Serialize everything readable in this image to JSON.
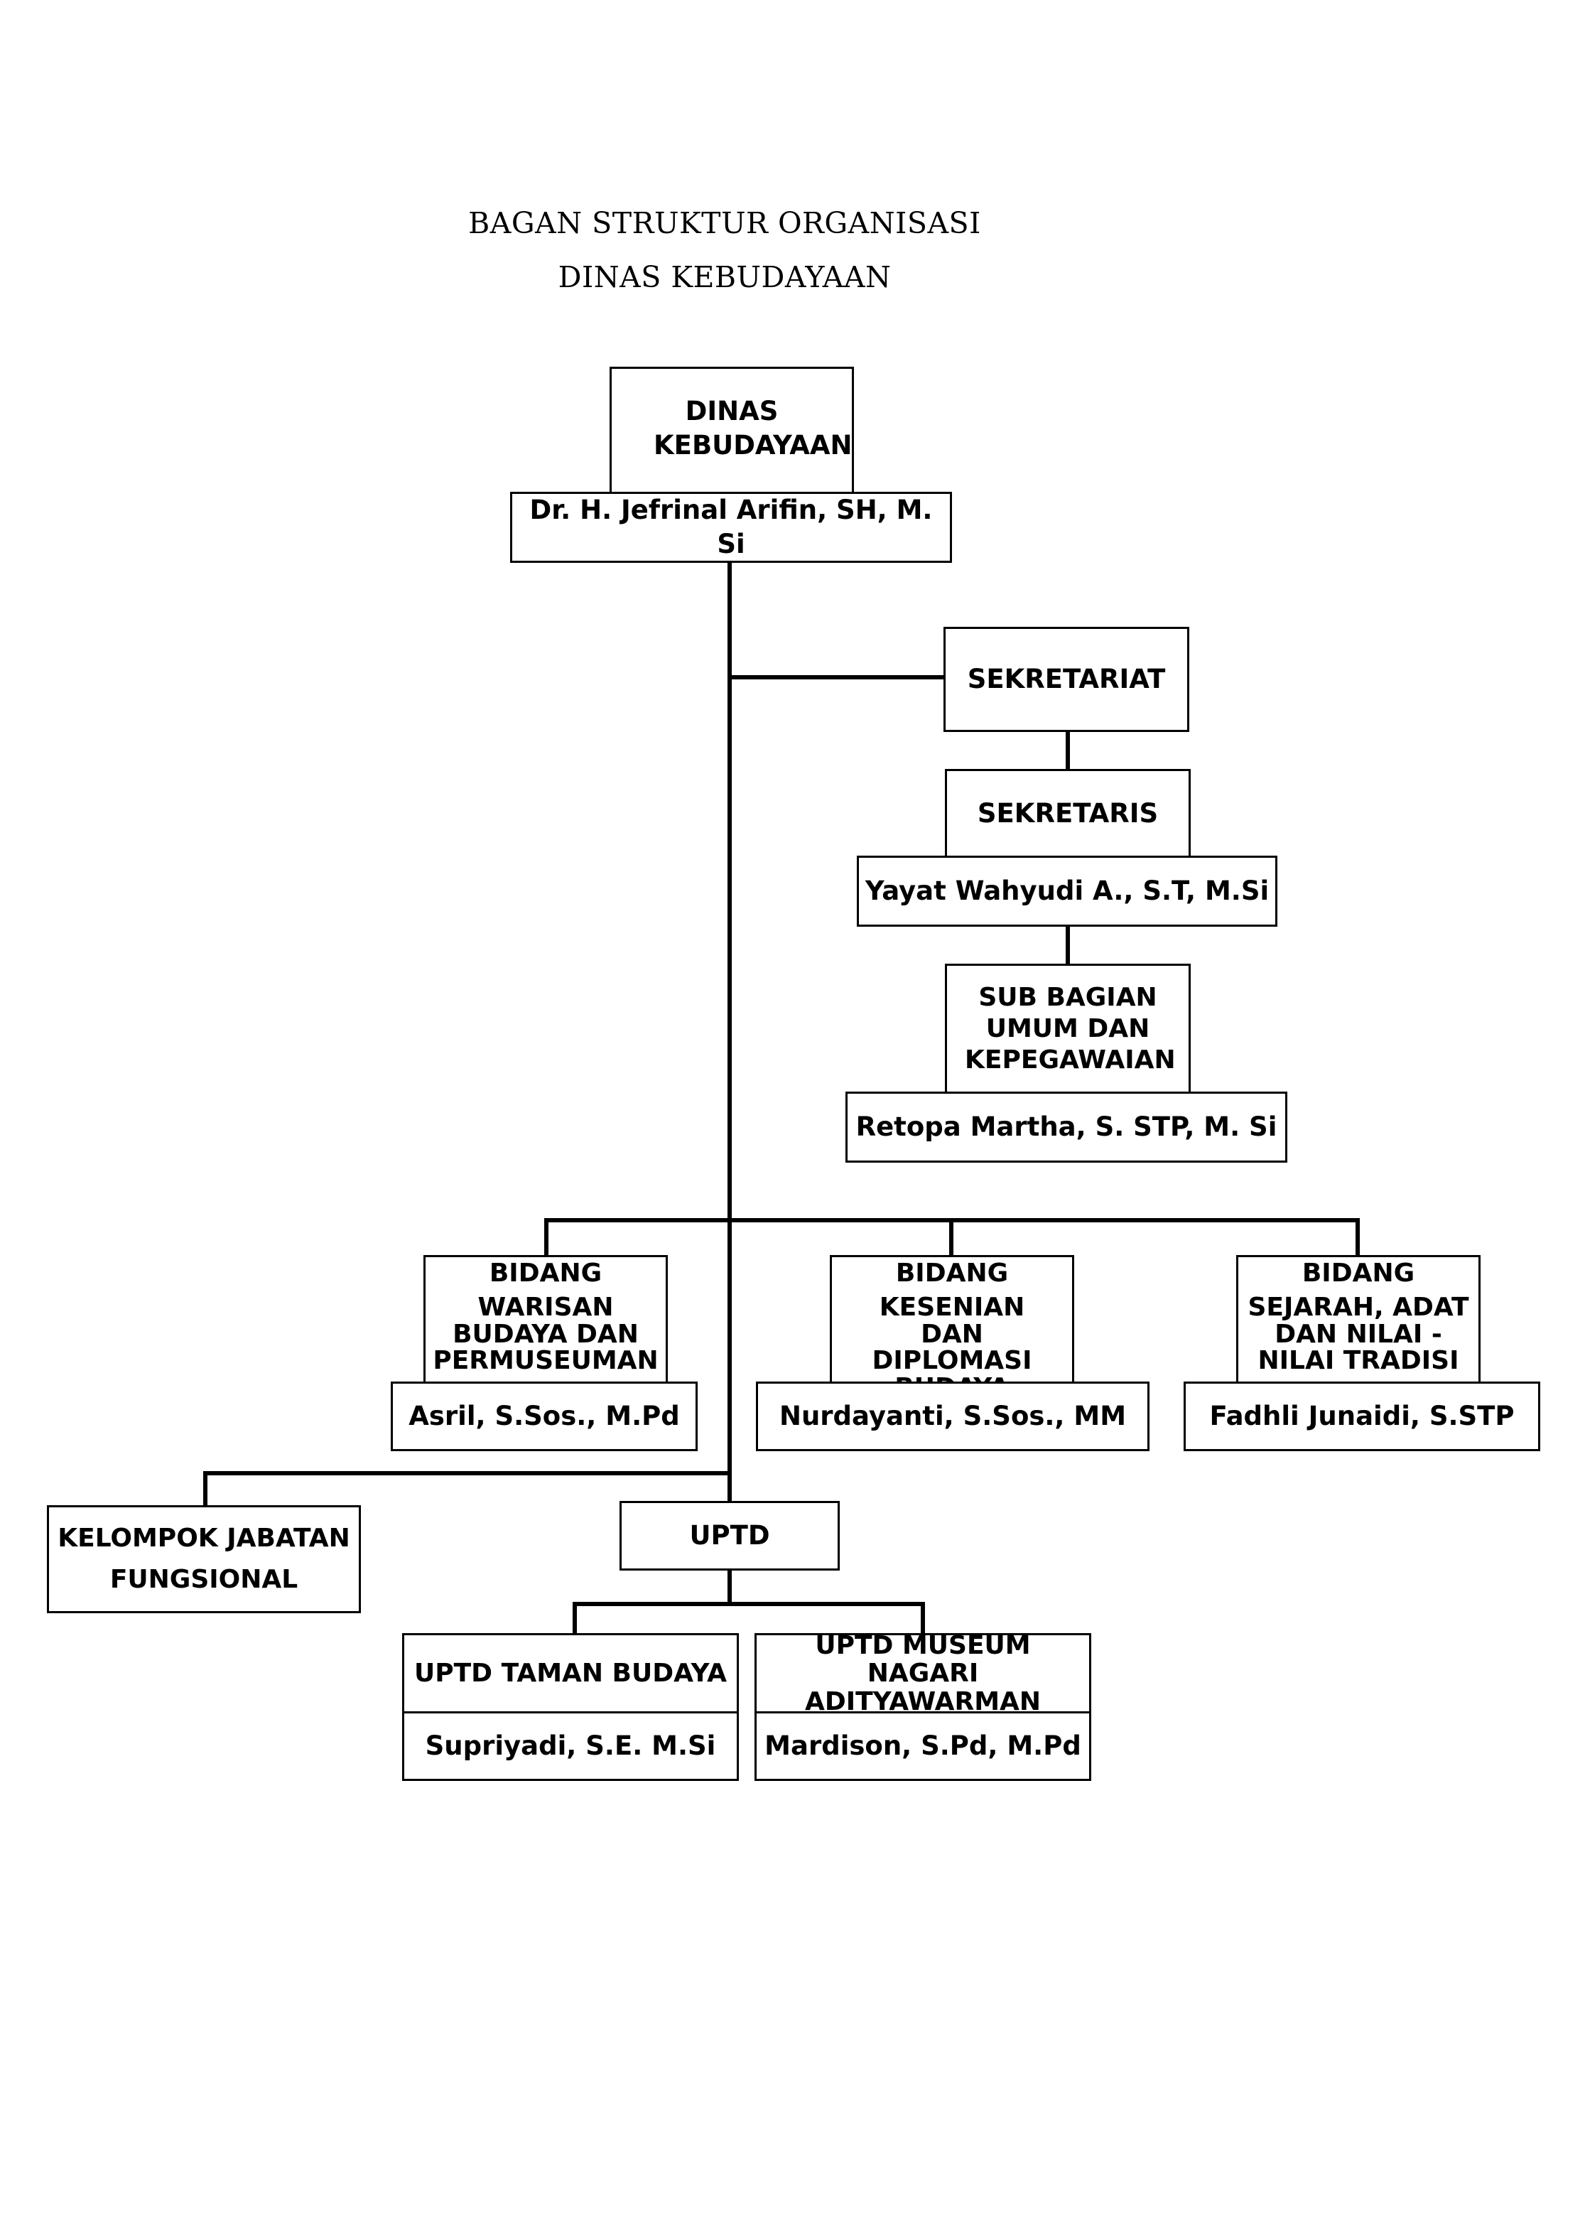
{
  "title": {
    "line1": "BAGAN STRUKTUR ORGANISASI",
    "line2": "DINAS KEBUDAYAAN"
  },
  "head": {
    "unit": "DINAS KEBUDAYAAN",
    "name": "Dr. H. Jefrinal Arifin, SH, M. Si"
  },
  "sekretariat": {
    "unit": "SEKRETARIAT",
    "role": "SEKRETARIS",
    "name": "Yayat Wahyudi A., S.T, M.Si"
  },
  "subbagian": {
    "unit": "SUB BAGIAN UMUM DAN KEPEGAWAIAN",
    "name": "Retopa Martha, S. STP, M. Si"
  },
  "bidang": [
    {
      "heading": "BIDANG",
      "unit": "WARISAN BUDAYA DAN PERMUSEUMAN",
      "name": "Asril, S.Sos., M.Pd"
    },
    {
      "heading": "BIDANG",
      "unit": "KESENIAN DAN DIPLOMASI BUDAYA",
      "name": "Nurdayanti, S.Sos., MM"
    },
    {
      "heading": "BIDANG",
      "unit": "SEJARAH, ADAT DAN NILAI - NILAI TRADISI",
      "name": "Fadhli Junaidi, S.STP"
    }
  ],
  "fungsional": {
    "unit": "KELOMPOK JABATAN FUNGSIONAL"
  },
  "uptd": {
    "unit": "UPTD",
    "children": [
      {
        "unit": "UPTD TAMAN BUDAYA",
        "name": "Supriyadi, S.E. M.Si"
      },
      {
        "unit": "UPTD MUSEUM NAGARI ADITYAWARMAN",
        "name": "Mardison, S.Pd, M.Pd"
      }
    ]
  }
}
